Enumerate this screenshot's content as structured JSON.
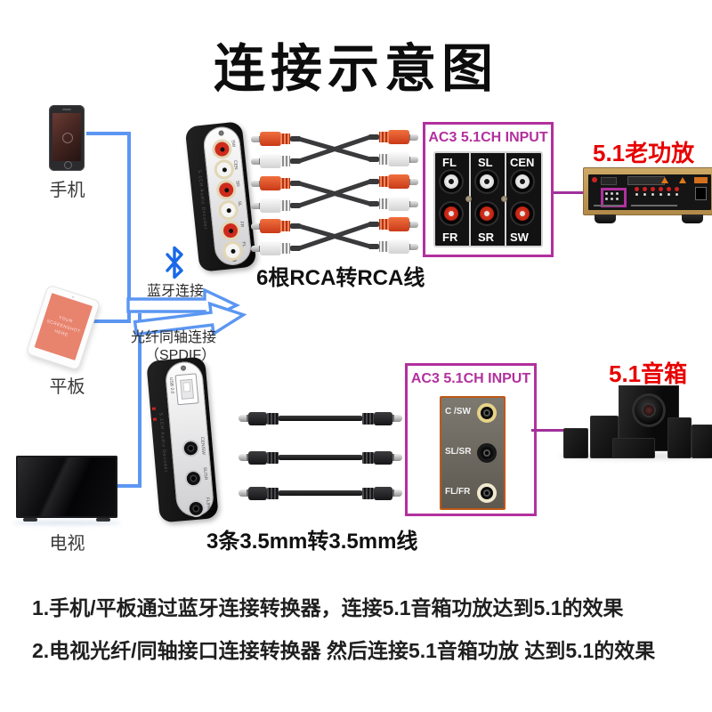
{
  "title": "连接示意图",
  "colors": {
    "line_blue": "#5B96F2",
    "bluetooth_blue": "#1868E8",
    "panel_magenta": "#B2309E",
    "label_red": "#E80000",
    "rca_red": "#CF2A1C"
  },
  "sources": {
    "phone_label": "手机",
    "tablet_label": "平板",
    "tablet_screen_text": "YOUR SCREENSHOT HERE",
    "tv_label": "电视"
  },
  "connections": {
    "bluetooth_label": "蓝牙连接",
    "optical_label": "光纤同轴连接",
    "optical_sub": "（SPDIF）"
  },
  "converter_top": {
    "ports": [
      "SW",
      "CEN",
      "SR",
      "SL",
      "FR",
      "FL"
    ]
  },
  "converter_bottom": {
    "usb_label": "USB 2.0",
    "ports": [
      "CEN/SW",
      "SL/SR",
      "FL/FR"
    ]
  },
  "cable_labels": {
    "rca": "6根RCA转RCA线",
    "aux": "3条3.5mm转3.5mm线"
  },
  "panel_top": {
    "title": "AC3 5.1CH INPUT",
    "row_top": [
      "FL",
      "SL",
      "CEN"
    ],
    "row_bottom": [
      "FR",
      "SR",
      "SW"
    ]
  },
  "panel_bottom": {
    "title": "AC3 5.1CH INPUT",
    "ports": [
      "C /SW",
      "SL/SR",
      "FL/FR"
    ]
  },
  "targets": {
    "amp_label": "5.1老功放",
    "speaker_label": "5.1音箱"
  },
  "notes": {
    "line1": "1.手机/平板通过蓝牙连接转换器，连接5.1音箱功放达到5.1的效果",
    "line2": "2.电视光纤/同轴接口连接转换器 然后连接5.1音箱功放 达到5.1的效果"
  }
}
